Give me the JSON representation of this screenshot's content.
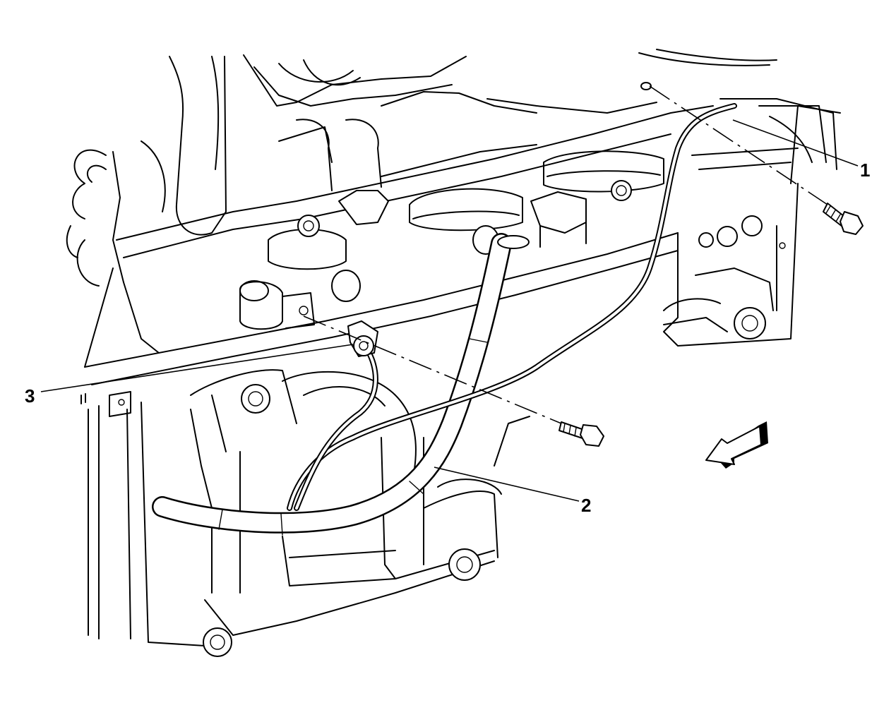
{
  "diagram": {
    "callouts": [
      {
        "id": "1",
        "text": "1"
      },
      {
        "id": "2",
        "text": "2"
      },
      {
        "id": "3",
        "text": "3"
      }
    ],
    "stroke_color": "#000000",
    "background_color": "#ffffff",
    "direction_arrow_icon": "front-direction-arrow-icon"
  }
}
